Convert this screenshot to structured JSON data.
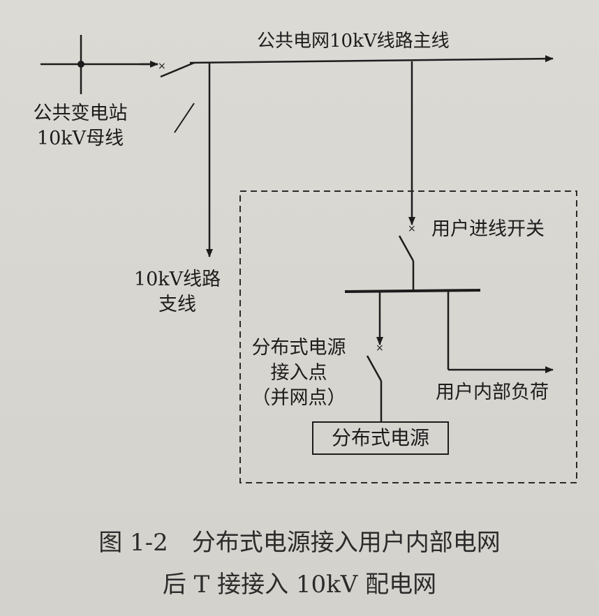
{
  "diagram": {
    "main_line_label": "公共电网10kV线路主线",
    "substation_label_line1": "公共变电站",
    "substation_label_line2": "10kV母线",
    "branch_label_line1": "10kV线路",
    "branch_label_line2": "支线",
    "user_switch_label": "用户进线开关",
    "dg_access_line1": "分布式电源",
    "dg_access_line2": "接入点",
    "dg_access_line3": "（并网点）",
    "internal_load_label": "用户内部负荷",
    "dg_box_label": "分布式电源"
  },
  "caption": {
    "line1": "图 1-2　分布式电源接入用户内部电网",
    "line2": "后 T 接接入 10kV 配电网"
  }
}
